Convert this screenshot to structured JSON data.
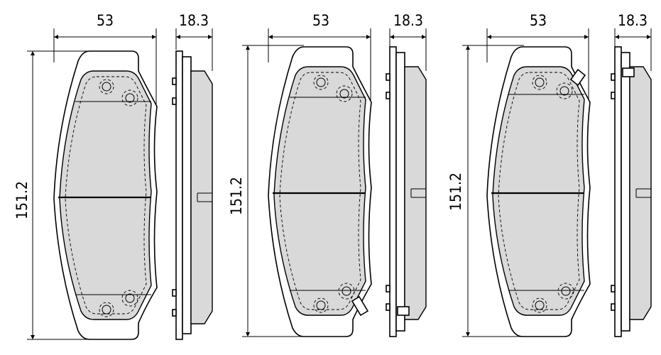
{
  "drawings": [
    {
      "width_label": "53",
      "thickness_label": "18.3",
      "height_label": "151.2",
      "variant": "plain"
    },
    {
      "width_label": "53",
      "thickness_label": "18.3",
      "height_label": "151.2",
      "variant": "sensor-bottom"
    },
    {
      "width_label": "53",
      "thickness_label": "18.3",
      "height_label": "151.2",
      "variant": "sensor-top"
    }
  ],
  "colors": {
    "friction_material": "#d9d9d9",
    "line": "#000000",
    "background": "#ffffff"
  }
}
